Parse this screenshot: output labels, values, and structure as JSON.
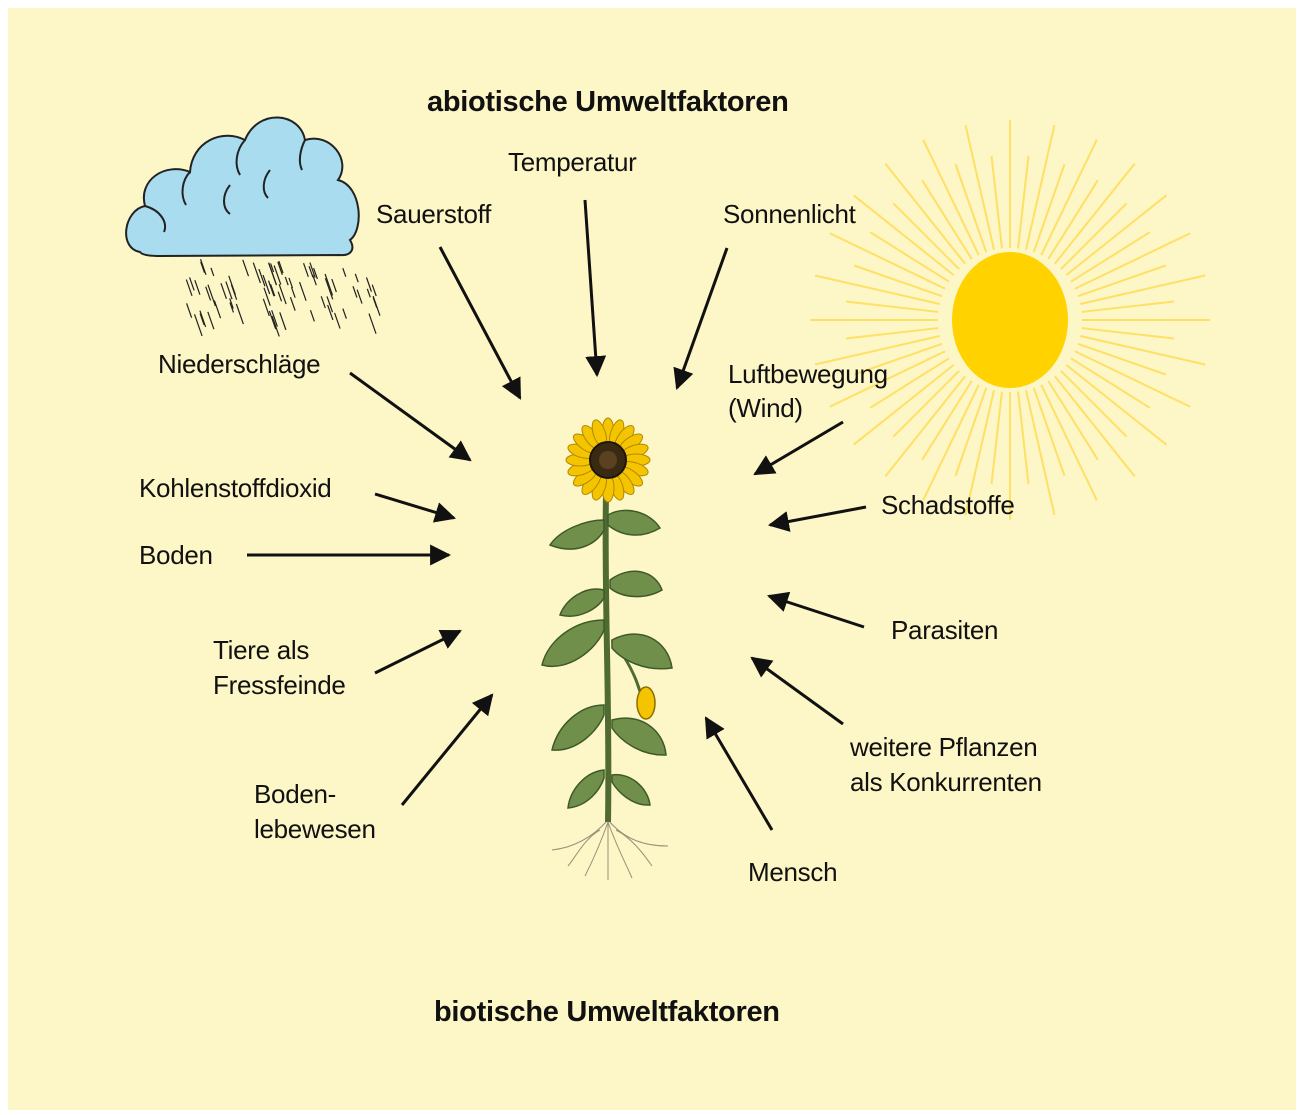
{
  "headings": {
    "abiotic": "abiotische Umweltfaktoren",
    "biotic": "biotische Umweltfaktoren"
  },
  "factors": {
    "temperatur": "Temperatur",
    "sauerstoff": "Sauerstoff",
    "sonnenlicht": "Sonnenlicht",
    "niederschlaege": "Niederschläge",
    "luftbewegung_1": "Luftbewegung",
    "luftbewegung_2": "(Wind)",
    "kohlenstoffdioxid": "Kohlenstoffdioxid",
    "schadstoffe": "Schadstoffe",
    "boden": "Boden",
    "parasiten": "Parasiten",
    "tiere_1": "Tiere als",
    "tiere_2": "Fressfeinde",
    "pflanzen_1": "weitere Pflanzen",
    "pflanzen_2": "als Konkurrenten",
    "bodenlebewesen_1": "Boden-",
    "bodenlebewesen_2": "lebewesen",
    "mensch": "Mensch"
  },
  "colors": {
    "background": "#fdf6c6",
    "sun": "#ffd200",
    "sun_rays": "#ffe066",
    "cloud": "#a9dcef",
    "petals": "#f5c400",
    "leaves": "#6f8f4a",
    "arrows": "#111111"
  },
  "icons": {
    "cloud": "rain-cloud-icon",
    "sun": "sun-icon",
    "plant": "sunflower-icon"
  }
}
